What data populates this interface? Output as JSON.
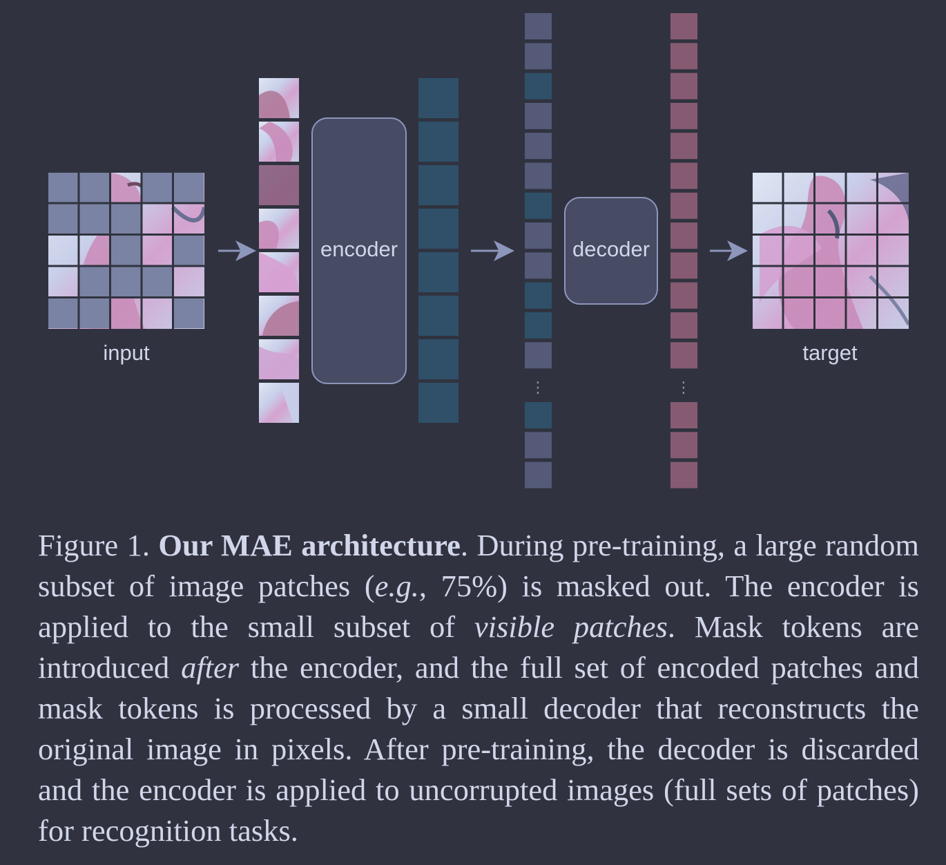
{
  "colors": {
    "background": "#30333f",
    "masked_patch": "#7a83a3",
    "encoded_token": "#2f5068",
    "mask_token": "#545a78",
    "decoded_token": "#865b72",
    "block_fill": "#474b63",
    "block_stroke": "#8d96bb",
    "arrow": "#8d96bb",
    "text": "#d2d6ea"
  },
  "diagram": {
    "input_label": "input",
    "encoder_label": "encoder",
    "decoder_label": "decoder",
    "target_label": "target"
  },
  "caption": {
    "prefix": "Figure 1. ",
    "title": "Our MAE architecture",
    "seg1": ". During pre-training, a large random subset of image patches (",
    "eg": "e.g.",
    "seg2": ", 75%) is masked out. The encoder is applied to the small subset of ",
    "visible": "visible patches",
    "seg3": ". Mask tokens are introduced ",
    "after": "after",
    "seg4": " the encoder, and the full set of en­coded patches and mask tokens is processed by a small decoder that reconstructs the original image in pixels. After pre-training, the decoder is discarded and the encoder is applied to uncorrupted images (full sets of patches) for recognition tasks."
  }
}
